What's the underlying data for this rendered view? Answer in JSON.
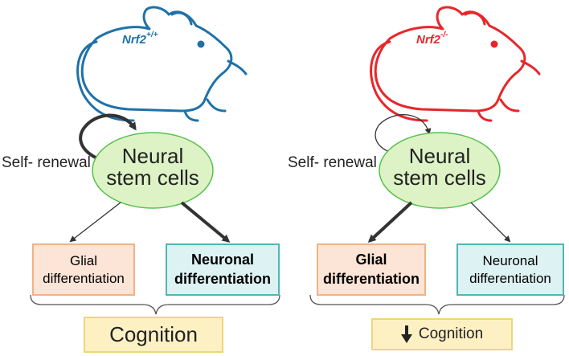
{
  "colors": {
    "wildtype_mouse": "#1f72a8",
    "knockout_mouse": "#e8262a",
    "stem_cell_fill": "#ddf3c6",
    "stem_cell_border": "#56c14b",
    "glial_fill": "#fce4d6",
    "glial_border": "#f4b183",
    "neuronal_fill": "#ddf2f2",
    "neuronal_border": "#4fb6b6",
    "cognition_fill": "#fdf1c4",
    "cognition_border": "#ecd77a"
  },
  "left_panel": {
    "genotype": "Nrf2",
    "genotype_sup": "+/+",
    "self_renewal": "Self- renewal",
    "stem_cells_line1": "Neural",
    "stem_cells_line2": "stem cells",
    "glial_line1": "Glial",
    "glial_line2": "differentiation",
    "neuronal_line1": "Neuronal",
    "neuronal_line2": "differentiation",
    "cognition": "Cognition"
  },
  "right_panel": {
    "genotype": "Nrf2",
    "genotype_sup": "-/-",
    "self_renewal": "Self- renewal",
    "stem_cells_line1": "Neural",
    "stem_cells_line2": "stem cells",
    "glial_line1": "Glial",
    "glial_line2": "differentiation",
    "neuronal_line1": "Neuronal",
    "neuronal_line2": "differentiation",
    "cognition_arrow_icon": "down-arrow-icon",
    "cognition": "Cognition"
  }
}
